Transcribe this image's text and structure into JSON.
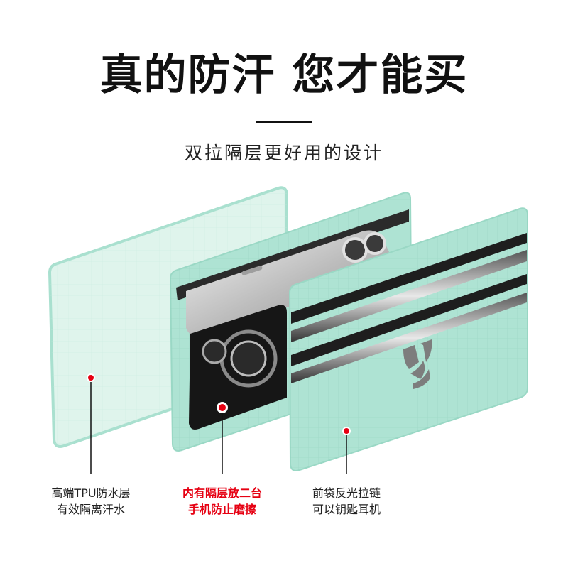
{
  "header": {
    "title": "真的防汗 您才能买",
    "subtitle": "双拉隔层更好用的设计"
  },
  "layers": [
    {
      "name": "tpu-layer",
      "caption_line1": "高端TPU防水层",
      "caption_line2": "有效隔离汗水",
      "highlight": false
    },
    {
      "name": "inner-divider",
      "caption_line1": "内有隔层放二台",
      "caption_line2": "手机防止磨擦",
      "highlight": true
    },
    {
      "name": "front-pocket",
      "caption_line1": "前袋反光拉链",
      "caption_line2": "可以钥匙耳机",
      "highlight": false
    }
  ],
  "colors": {
    "mint": "#aee3d3",
    "mint_light": "#d6f2e8",
    "marker_red": "#e60012",
    "zipper_dark": "#2b2b2b",
    "logo_gray": "#7d7d7d"
  },
  "icons": [
    "marker-dot-icon",
    "brand-logo-icon"
  ]
}
